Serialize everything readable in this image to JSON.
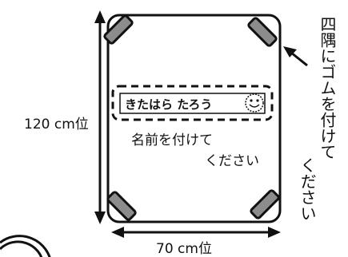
{
  "height_label": "120 cm位",
  "width_label": "70 cm位",
  "name_tag_text": "きたはら たろう",
  "smiley_icon": "smiley-face-icon",
  "name_instruction_line1": "名前を付けて",
  "name_instruction_line2": "ください",
  "rubber_note_line1": "四隅にゴムを付けて",
  "rubber_note_line2": "ください",
  "colors": {
    "outline": "#111111",
    "rubber_fill": "#8c8c8c",
    "background": "#ffffff"
  }
}
